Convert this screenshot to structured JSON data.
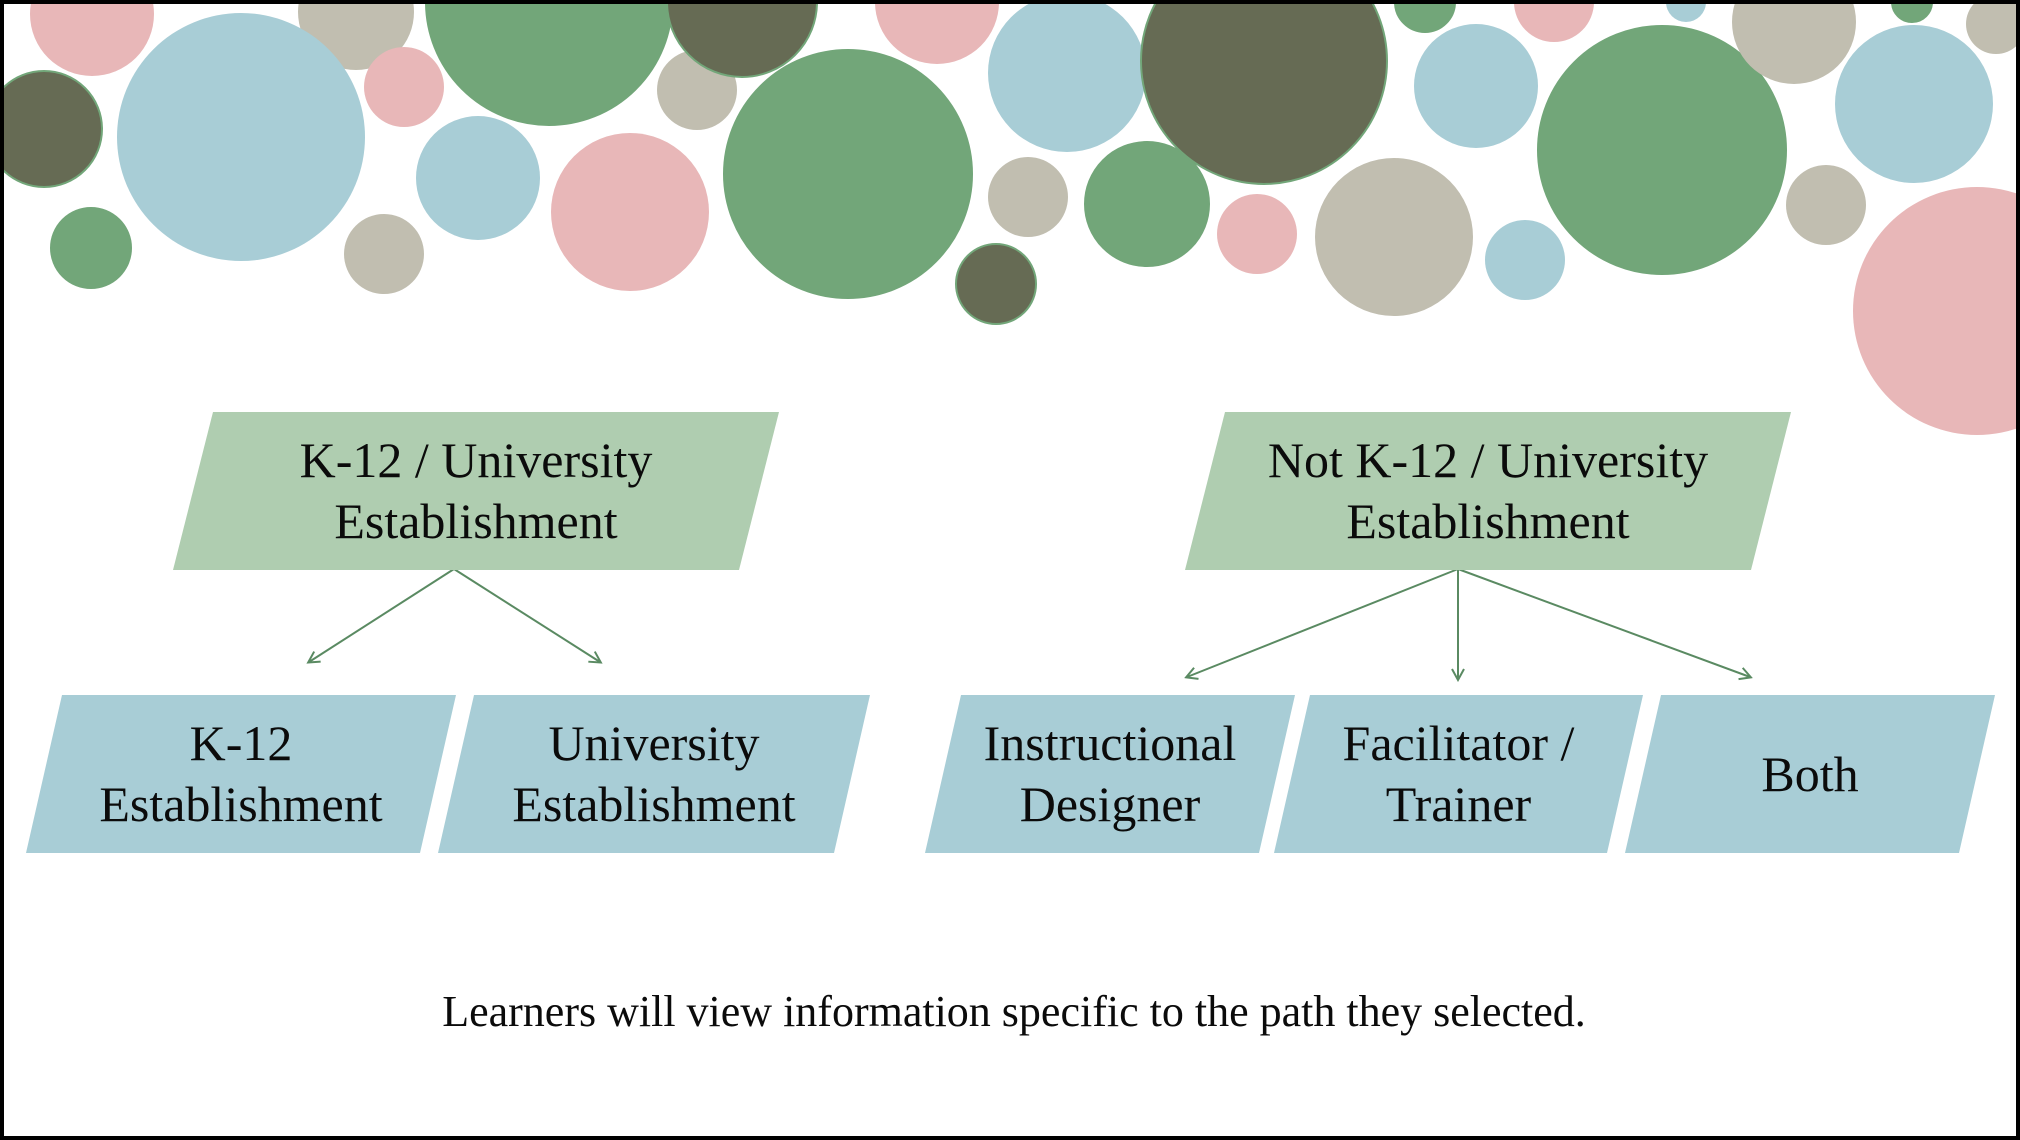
{
  "colors": {
    "bubble_blue": "#a8cdd6",
    "bubble_green": "#72a679",
    "bubble_dark": "#666b54",
    "bubble_pink": "#e8b7b8",
    "bubble_gray": "#c1beb0",
    "box_green": "#afcdb0",
    "box_blue": "#a8cdd6",
    "arrow": "#5a8a62"
  },
  "diagram": {
    "left_root": {
      "label": "K-12 / University\nEstablishment"
    },
    "left_children": [
      {
        "label": "K-12\nEstablishment"
      },
      {
        "label": "University\nEstablishment"
      }
    ],
    "right_root": {
      "label": "Not K-12 / University\nEstablishment"
    },
    "right_children": [
      {
        "label": "Instructional\nDesigner"
      },
      {
        "label": "Facilitator /\nTrainer"
      },
      {
        "label": "Both"
      }
    ]
  },
  "caption": "Learners will view information specific to the path they selected."
}
